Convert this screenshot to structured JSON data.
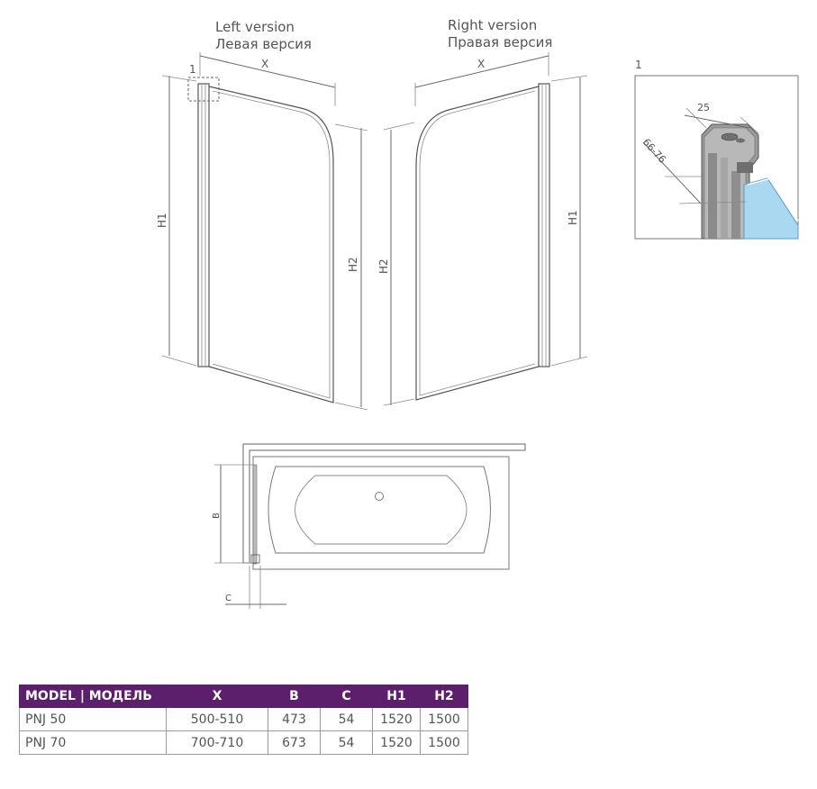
{
  "left_view": {
    "title_en": "Left version",
    "title_ru": "Левая версия",
    "dim_x": "X",
    "dim_h1": "H1",
    "dim_h2": "H2",
    "detail_marker": "1"
  },
  "right_view": {
    "title_en": "Right version",
    "title_ru": "Правая версия",
    "dim_x": "X",
    "dim_h1": "H1",
    "dim_h2": "H2"
  },
  "detail_view": {
    "marker": "1",
    "dim_width": "25",
    "dim_range": "66-76"
  },
  "plan_view": {
    "dim_b": "B",
    "dim_c": "C"
  },
  "table": {
    "headers": [
      "MODEL | МОДЕЛЬ",
      "X",
      "B",
      "C",
      "H1",
      "H2"
    ],
    "rows": [
      [
        "PNJ 50",
        "500-510",
        "473",
        "54",
        "1520",
        "1500"
      ],
      [
        "PNJ 70",
        "700-710",
        "673",
        "54",
        "1520",
        "1500"
      ]
    ],
    "header_color": "#5b1f6b"
  }
}
